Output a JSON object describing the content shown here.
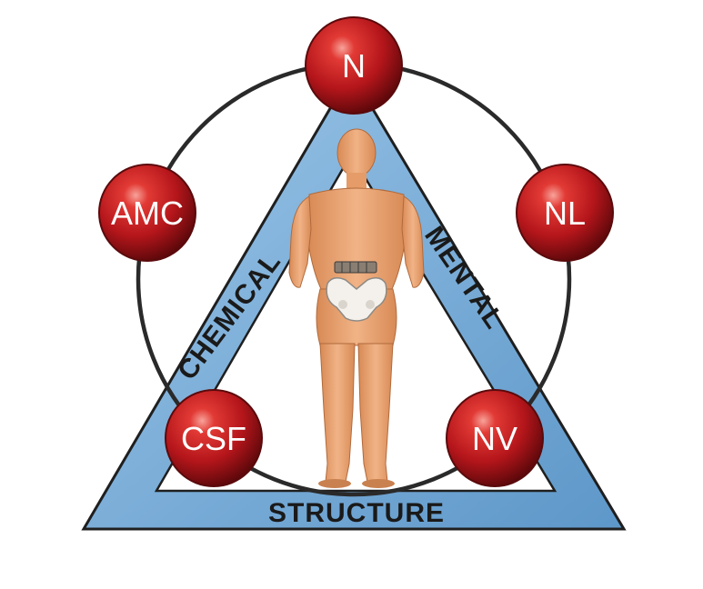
{
  "diagram": {
    "sides": {
      "left": "CHEMICAL",
      "right": "MENTAL",
      "bottom": "STRUCTURE"
    },
    "nodes": [
      {
        "id": "n",
        "label": "N"
      },
      {
        "id": "amc",
        "label": "AMC"
      },
      {
        "id": "nl",
        "label": "NL"
      },
      {
        "id": "csf",
        "label": "CSF"
      },
      {
        "id": "nv",
        "label": "NV"
      }
    ],
    "figure": "human-body-back-view-with-pelvis-icon",
    "colors": {
      "triangle_fill": "#7fb2dc",
      "triangle_stroke": "#1f1f1f",
      "circle_stroke": "#2a2a2a",
      "node_red": "#c4161c",
      "node_dark": "#6e0b0e",
      "skin": "#e8a06a"
    }
  }
}
